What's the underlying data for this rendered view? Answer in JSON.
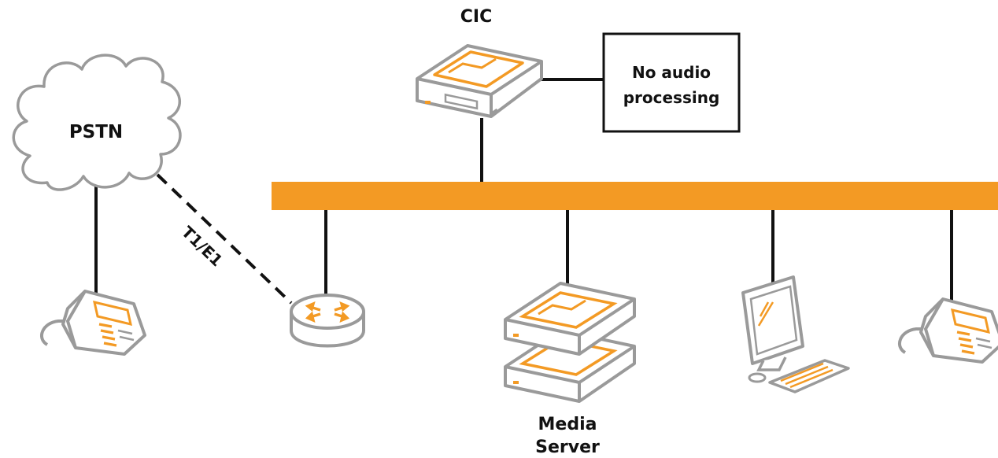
{
  "labels": {
    "cic": "CIC",
    "pstn": "PSTN",
    "trunk": "T1/E1",
    "note_line1": "No audio",
    "note_line2": "processing",
    "media_line1": "Media",
    "media_line2": "Server"
  },
  "icons": {
    "pstn": "cloud-icon",
    "cic": "server-icon",
    "gateway": "router-icon",
    "media_server": "stacked-servers-icon",
    "workstation": "computer-icon",
    "left_phone": "desk-phone-icon",
    "right_phone": "desk-phone-icon"
  },
  "colors": {
    "network_bus": "#f39a24",
    "device_outline": "#9a9a9a",
    "device_accent": "#f39a24",
    "line": "#111111"
  }
}
